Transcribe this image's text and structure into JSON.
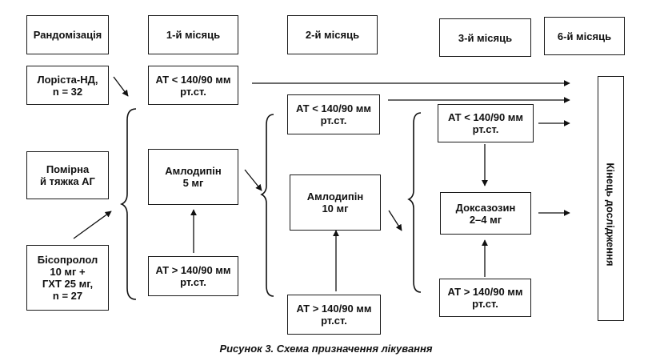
{
  "headers": {
    "randomization": "Рандомізація",
    "month1": "1-й місяць",
    "month2": "2-й місяць",
    "month3": "3-й місяць",
    "month6": "6-й місяць"
  },
  "nodes": {
    "loristaND": [
      "Лоріста-НД,",
      "n = 32"
    ],
    "moderateSevereAH": [
      "Помірна",
      "й тяжка АГ"
    ],
    "bisoprolol": [
      "Бісопролол",
      "10 мг +",
      "ГХТ 25 мг,",
      "n = 27"
    ],
    "bpBelow_m1": [
      "АТ < 140/90 мм",
      "рт.ст."
    ],
    "amlodipine5": [
      "Амлодипін",
      "5 мг"
    ],
    "bpAbove_m1": [
      "АТ > 140/90 мм",
      "рт.ст."
    ],
    "bpBelow_m2": [
      "АТ < 140/90 мм",
      "рт.ст."
    ],
    "amlodipine10": [
      "Амлодипін",
      "10 мг"
    ],
    "bpAbove_m2": [
      "АТ > 140/90  мм",
      "рт.ст."
    ],
    "bpBelow_m3": [
      "АТ < 140/90  мм",
      "рт.ст."
    ],
    "doxazosin": [
      "Доксазозин",
      "2–4 мг"
    ],
    "bpAbove_m3": [
      "АТ > 140/90 мм",
      "рт.ст."
    ]
  },
  "endOfStudy": "Кінець дослідження",
  "caption": "Рисунок 3. Схема призначення лікування"
}
